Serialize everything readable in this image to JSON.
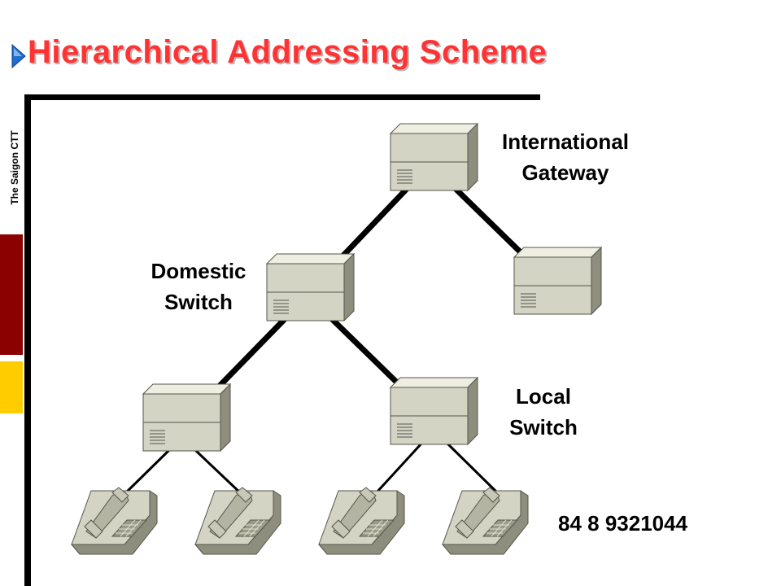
{
  "title": "Hierarchical Addressing Scheme",
  "sidebar_label": "The Saigon CTT",
  "labels": {
    "international_gateway": "International\nGateway",
    "domestic_switch": "Domestic\nSwitch",
    "local_switch": "Local\nSwitch",
    "phone_number": "84 8 9321044"
  },
  "colors": {
    "title": "#ff3333",
    "sidebar_red": "#8b0000",
    "sidebar_yellow": "#ffcc00",
    "device": "#d4d4c4"
  }
}
